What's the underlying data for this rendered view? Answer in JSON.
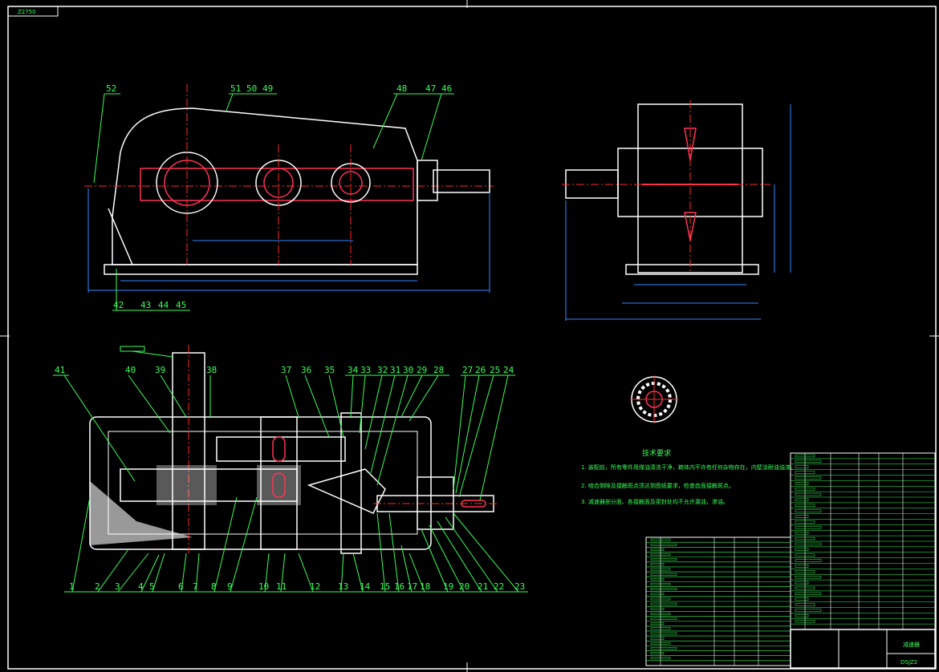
{
  "sheet": {
    "corner_label": "Z2750",
    "drawing_number": "DSJZ2",
    "title_block_name": "减速器"
  },
  "tech_requirements": {
    "heading": "技术要求",
    "items": [
      "1. 装配前，所有零件用煤油清洗干净，箱体内不许有任何杂物存在，内壁涂耐油油漆。",
      "2. 啮合侧隙及接触斑点须达到图纸要求，检查齿面接触斑点。",
      "3. 减速器剖分面、各接触面及密封处均不允许漏油，渗油。"
    ]
  },
  "callouts": {
    "front_view": [
      "52",
      "51",
      "50",
      "49",
      "48",
      "47",
      "46",
      "42",
      "43",
      "44",
      "45"
    ],
    "section_top": [
      "41",
      "40",
      "39",
      "38",
      "37",
      "36",
      "35",
      "34",
      "33",
      "32",
      "31",
      "30",
      "29",
      "28",
      "27",
      "26",
      "25",
      "24"
    ],
    "section_bottom": [
      "1",
      "2",
      "3",
      "4",
      "5",
      "6",
      "7",
      "8",
      "9",
      "10",
      "11",
      "12",
      "13",
      "14",
      "15",
      "16",
      "17",
      "18",
      "19",
      "20",
      "21",
      "22",
      "23"
    ]
  },
  "colors": {
    "outline": "#ffffff",
    "section": "#ff3355",
    "callout": "#39ff5a",
    "center": "#ff2a2a",
    "dimension": "#3388ff",
    "hatch": "#ffffff"
  }
}
